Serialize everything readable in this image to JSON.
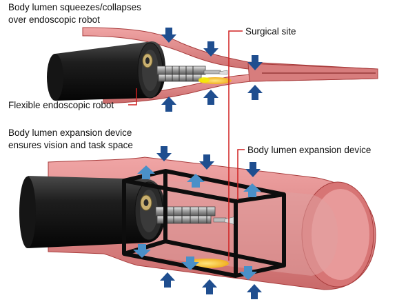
{
  "labels": {
    "collapse_line1": "Body lumen squeezes/collapses",
    "collapse_line2": "over endoscopic robot",
    "surgical_site": "Surgical site",
    "flexible_robot": "Flexible endoscopic robot",
    "expansion_line1": "Body lumen expansion device",
    "expansion_line2": "ensures vision and task space",
    "expansion_device": "Body lumen expansion device"
  },
  "colors": {
    "lumen_fill": "#e68f8f",
    "lumen_edge": "#a83c3c",
    "robot_body": "#1c1c1c",
    "pressure_arrow": "#1f4e8f",
    "expansion_arrow": "#4a90c8",
    "leader_line": "#d02020",
    "surgical_site": "#f5c330",
    "frame": "#0d0d0d"
  }
}
